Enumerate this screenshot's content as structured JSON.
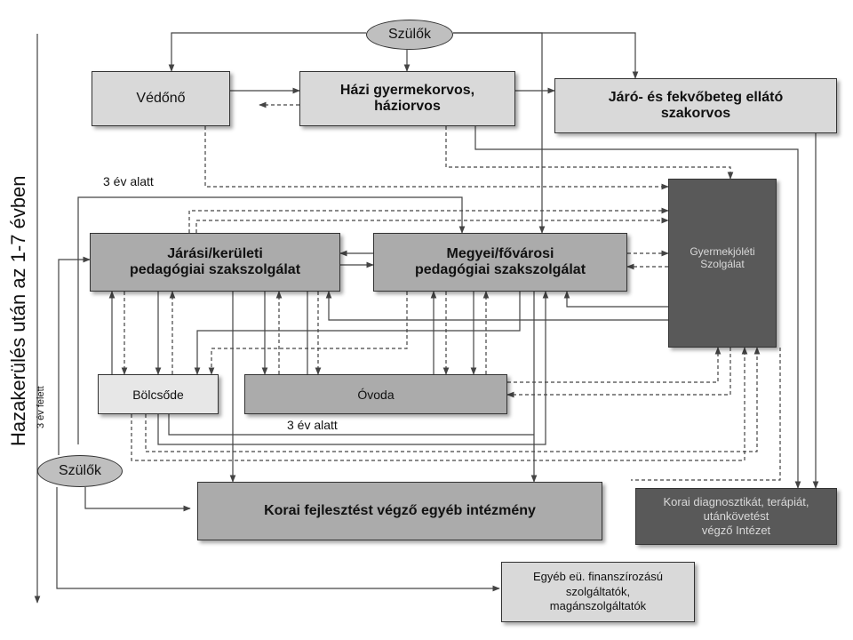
{
  "diagram": {
    "side_title": "Hazakerülés után az 1-7 évben",
    "side_label": "3 év felett",
    "label_3ev_top": "3 év alatt",
    "label_3ev_bottom": "3 év alatt",
    "nodes": {
      "szulok_top": "Szülők",
      "szulok_left": "Szülők",
      "vedono": "Védőnő",
      "hazi": "Házi gyermekorvos,\nháziorvos",
      "jaro": "Járó- és fekvőbeteg ellátó\nszakorvos",
      "gyermekjoleti": "Gyermekjóléti\nSzolgálat",
      "jarasi": "Járási/kerületi\npedagógiai szakszolgálat",
      "megyei": "Megyei/fővárosi\npedagógiai szakszolgálat",
      "bolcsode": "Bölcsőde",
      "ovoda": "Óvoda",
      "korai_egyeb": "Korai fejlesztést végző egyéb intézmény",
      "korai_diag": "Korai diagnosztikát, terápiát,\nutánkövetést\nvégző Intézet",
      "egyeb_eu": "Egyéb eü. finanszírozású\nszolgáltatók,\nmagánszolgáltatók"
    }
  }
}
